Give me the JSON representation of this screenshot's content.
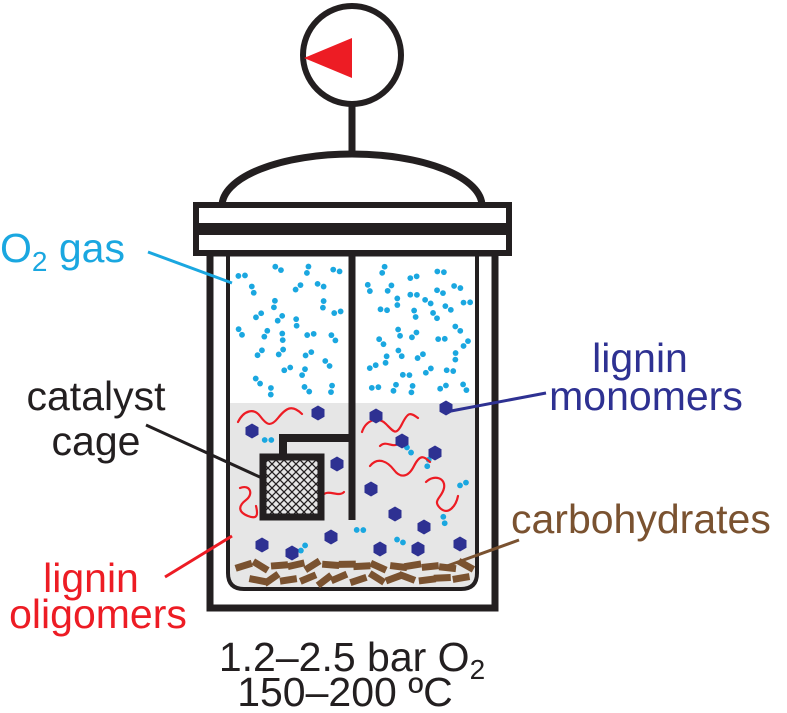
{
  "labels": {
    "o2_gas": {
      "main": "O",
      "sub": "2",
      "rest": " gas"
    },
    "catalyst_cage": {
      "line1": "catalyst",
      "line2": "cage"
    },
    "lignin_oligomers": {
      "line1": "lignin",
      "line2": "oligomers"
    },
    "lignin_monomers": {
      "line1": "lignin",
      "line2": "monomers"
    },
    "carbohydrates": {
      "text": "carbohydrates"
    }
  },
  "conditions": {
    "pressure_main": "1.2–2.5 bar O",
    "pressure_sub": "2",
    "temperature": "150–200 ºC"
  },
  "colors": {
    "o2_gas": "#1aa7e0",
    "catalyst_cage": "#231f20",
    "lignin_oligomers": "#ed1c24",
    "lignin_monomers": "#2e3192",
    "carbohydrates": "#7a5230",
    "gauge_pointer": "#ed1c24",
    "liquid": "#e6e6e6",
    "outline": "#231f20"
  }
}
